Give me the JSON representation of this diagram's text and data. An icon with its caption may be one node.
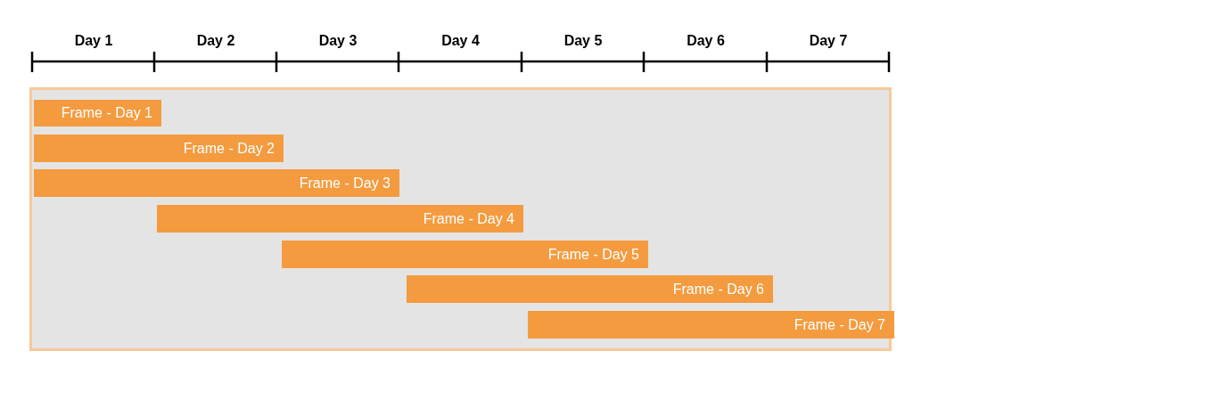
{
  "diagram": {
    "nodes": [
      {
        "text": [],
        "shape": "box"
      },
      {
        "text": [
          "Frame - Day 1"
        ],
        "in": 0
      },
      {
        "text": [
          "Frame - Day 2"
        ],
        "in": 0
      },
      {
        "text": [
          "Frame - Day 3"
        ],
        "in": 0
      },
      {
        "text": [
          "Frame - Day 4"
        ],
        "in": 0
      },
      {
        "text": [
          "Frame - Day 5"
        ],
        "in": 0
      },
      {
        "text": [
          "Frame - Day 6"
        ],
        "in": 0
      },
      {
        "text": [
          "Frame - Day 7"
        ],
        "in": 0
      }
    ],
    "labels": [
      "Day 1",
      "Day 2",
      "Day 3",
      "Day 4",
      "Day 5",
      "Day 6",
      "Day 7"
    ]
  }
}
